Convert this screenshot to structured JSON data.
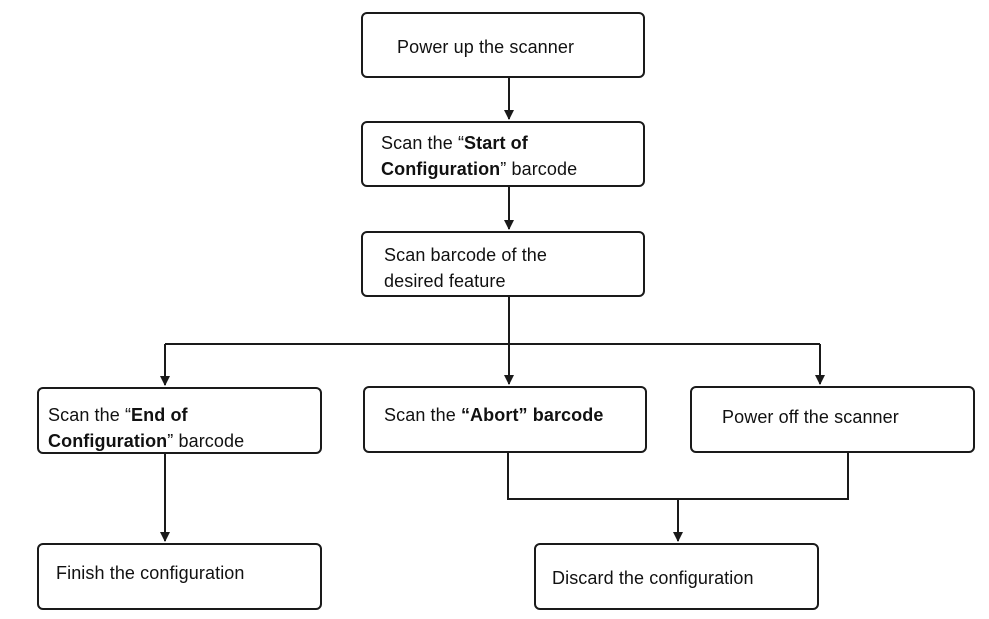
{
  "diagram": {
    "type": "flowchart",
    "nodes": {
      "power_up": {
        "text": "Power up the scanner"
      },
      "scan_start": {
        "line1_prefix": "Scan the “",
        "line1_bold": "Start of",
        "line2_bold": "Configuration",
        "line2_suffix": "” barcode"
      },
      "scan_feature": {
        "line1": "Scan barcode of the",
        "line2": "desired feature"
      },
      "scan_end": {
        "line1_prefix": "Scan the “",
        "line1_bold": "End of",
        "line2_bold": "Configuration",
        "line2_suffix": "” barcode"
      },
      "scan_abort": {
        "prefix": "Scan the ",
        "bold": "“Abort” barcode"
      },
      "power_off": {
        "text": "Power off the scanner"
      },
      "finish": {
        "text": "Finish the configuration"
      },
      "discard": {
        "text": "Discard the configuration"
      }
    },
    "edges": [
      {
        "from": "power_up",
        "to": "scan_start"
      },
      {
        "from": "scan_start",
        "to": "scan_feature"
      },
      {
        "from": "scan_feature",
        "to": "scan_end"
      },
      {
        "from": "scan_feature",
        "to": "scan_abort"
      },
      {
        "from": "scan_feature",
        "to": "power_off"
      },
      {
        "from": "scan_end",
        "to": "finish"
      },
      {
        "from": "scan_abort",
        "to": "discard"
      },
      {
        "from": "power_off",
        "to": "discard"
      }
    ],
    "colors": {
      "stroke": "#1a1a1a",
      "background": "#ffffff"
    }
  }
}
